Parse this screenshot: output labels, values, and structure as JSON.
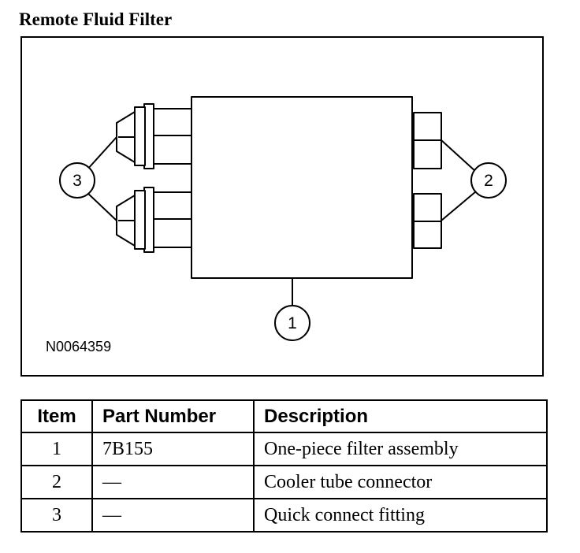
{
  "title": "Remote Fluid Filter",
  "figure": {
    "code": "N0064359",
    "callouts": [
      "1",
      "2",
      "3"
    ]
  },
  "table": {
    "headers": [
      "Item",
      "Part Number",
      "Description"
    ],
    "rows": [
      [
        "1",
        "7B155",
        "One-piece filter assembly"
      ],
      [
        "2",
        "—",
        "Cooler tube connector"
      ],
      [
        "3",
        "—",
        "Quick connect fitting"
      ]
    ]
  }
}
